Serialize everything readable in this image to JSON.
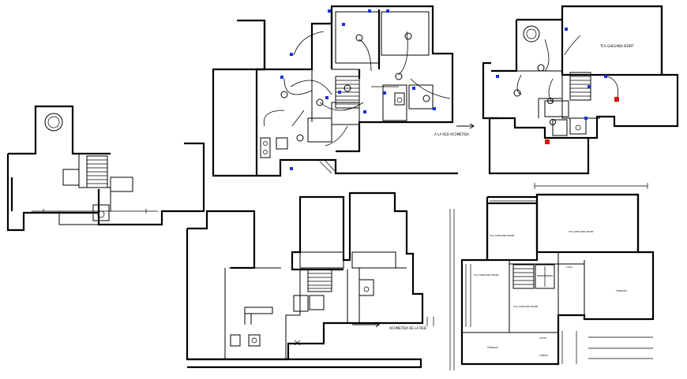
{
  "drawing": {
    "colors": {
      "lines": "#000000",
      "electrical_symbols": "#1a2fd6",
      "highlight_symbols": "#e01010",
      "background": "#ffffff"
    },
    "plans": [
      {
        "id": "plan-1",
        "rooms": [],
        "icons": [
          "round-table-icon",
          "staircase-icon",
          "toilet-icon"
        ]
      },
      {
        "id": "plan-2-electrical",
        "rooms": [],
        "notes": {
          "arrow_note": "A LA RED ACOMETIDA"
        },
        "icons": [
          "light-fixture-icon",
          "switch-icon",
          "staircase-icon",
          "stove-icon",
          "toilet-icon"
        ]
      },
      {
        "id": "plan-3-electrical",
        "rooms": [
          {
            "key": "room1",
            "label": "TCA GHEUABA IEDNT"
          },
          {
            "key": "room2",
            "label": ""
          }
        ],
        "icons": [
          "round-table-icon",
          "light-fixture-icon",
          "staircase-icon",
          "toilet-icon",
          "red-marker-icon"
        ]
      },
      {
        "id": "plan-4",
        "rooms": [],
        "notes": {
          "arrow_note": "ACOMETIDA DE LA RED"
        },
        "icons": [
          "staircase-icon",
          "stove-icon",
          "toilet-icon"
        ]
      },
      {
        "id": "plan-5-roof",
        "rooms": [
          {
            "key": "r1",
            "label": "TCA GHEUABA IEDNT"
          },
          {
            "key": "r2",
            "label": "TCA GHEUABA IEDNT"
          },
          {
            "key": "r3",
            "label": "TCA GHEUABA IEDNT"
          },
          {
            "key": "r4",
            "label": "TCA GHEUABA IEDNT"
          },
          {
            "key": "r5",
            "label": "LOSA"
          },
          {
            "key": "r6",
            "label": "TERRAZA"
          },
          {
            "key": "r7",
            "label": "TERRAZA"
          },
          {
            "key": "r8",
            "label": "VACIO"
          },
          {
            "key": "r9",
            "label": "FONDO"
          }
        ],
        "icons": [
          "staircase-icon",
          "dimension-lines"
        ]
      }
    ]
  }
}
